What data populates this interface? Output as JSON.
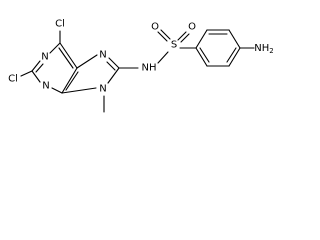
{
  "molecule": {
    "atoms": {
      "cl_top": "Cl",
      "n_pyr_left": "N",
      "cl_left": "Cl",
      "n_pyr_bottom": "N",
      "n_imid_top": "N",
      "n_imid_bottom": "N",
      "methyl": "",
      "nh": "NH",
      "s": "S",
      "o_left": "O",
      "o_right": "O",
      "nh2_n": "NH",
      "nh2_sub": "2"
    }
  }
}
